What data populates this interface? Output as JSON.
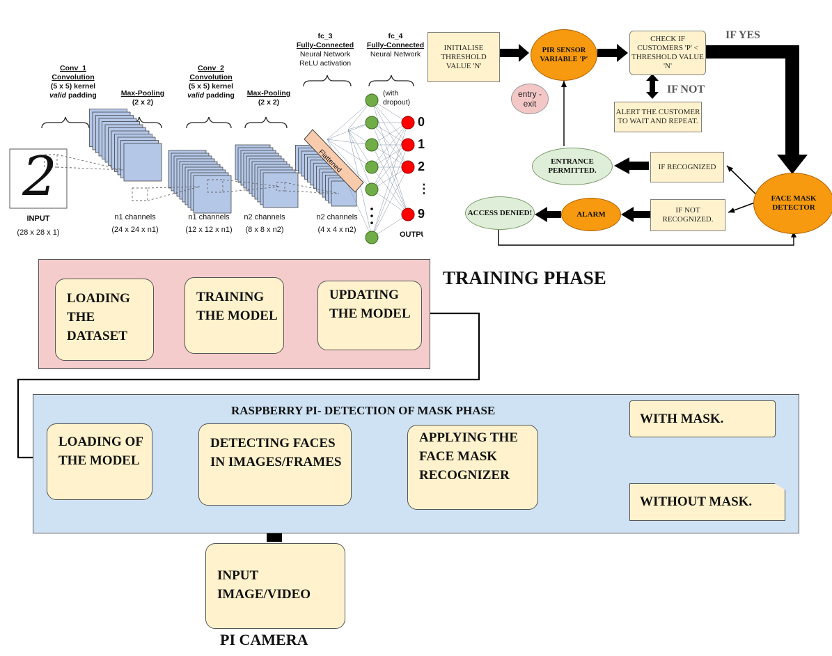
{
  "cnn": {
    "conv1": {
      "line1": "Conv_1",
      "line2": "Convolution",
      "line3": "(5 x 5) kernel",
      "line4_italic": "valid",
      "line4_rest": " padding"
    },
    "pool1": {
      "line1": "Max-Pooling",
      "line2": "(2 x 2)"
    },
    "conv2": {
      "line1": "Conv_2",
      "line2": "Convolution",
      "line3": "(5 x 5) kernel",
      "line4_italic": "valid",
      "line4_rest": " padding"
    },
    "pool2": {
      "line1": "Max-Pooling",
      "line2": "(2 x 2)"
    },
    "fc3": {
      "line1": "fc_3",
      "line2": "Fully-Connected",
      "line3": "Neural Network",
      "line4": "ReLU activation"
    },
    "fc4": {
      "line1": "fc_4",
      "line2": "Fully-Connected",
      "line3": "Neural Network"
    },
    "dropout": {
      "line1": "(with",
      "line2": "dropout)"
    },
    "flattened": "Flattened",
    "input_digit": "2",
    "input_label": "INPUT",
    "input_dims": "(28 x 28 x 1)",
    "ch1": {
      "name": "n1 channels",
      "dims": "(24 x 24 x n1)"
    },
    "ch2": {
      "name": "n1 channels",
      "dims": "(12 x 12 x n1)"
    },
    "ch3": {
      "name": "n2 channels",
      "dims": "(8 x 8 x n2)"
    },
    "ch4": {
      "name": "n2 channels",
      "dims": "(4 x 4 x n2)"
    },
    "outputs": [
      "0",
      "1",
      "2",
      "⋮",
      "9"
    ],
    "output_label": "OUTPUT"
  },
  "flow": {
    "init": "INITIALISE THRESHOLD VALUE 'N'",
    "pir": "PIR SENSOR VARIABLE 'P'",
    "check": "CHECK IF CUSTOMERS 'P' < THRESHOLD VALUE 'N'",
    "if_yes": "IF YES",
    "if_not": "IF NOT",
    "alert": "ALERT THE CUSTOMER TO WAIT AND REPEAT.",
    "entry_exit": "entry -exit",
    "entrance": "ENTRANCE PERMITTED.",
    "if_recognized": "IF RECOGNIZED",
    "face_mask_detector": "FACE MASK DETECTOR",
    "access_denied": "ACCESS DENIED!",
    "alarm": "ALARM",
    "if_not_recognized": "IF NOT RECOGNIZED."
  },
  "training": {
    "title": "TRAINING PHASE",
    "loading_dataset": "LOADING THE DATASET",
    "training_model": "TRAINING THE MODEL",
    "updating_model": "UPDATING THE MODEL"
  },
  "detection": {
    "title": "RASPBERRY PI- DETECTION OF MASK PHASE",
    "loading_model": "LOADING OF THE MODEL",
    "detecting_faces": "DETECTING FACES IN IMAGES/FRAMES",
    "applying": "APPLYING THE FACE MASK RECOGNIZER",
    "with_mask": "WITH MASK.",
    "without_mask": "WITHOUT MASK.",
    "input_image": "INPUT IMAGE/VIDEO",
    "pi_camera": "PI CAMERA"
  },
  "colors": {
    "training_bg": "#f4cccc",
    "detection_bg": "#cfe2f3",
    "box_fill": "#fff2cc",
    "orange": "#f79a0f",
    "green_node": "#70ad47",
    "red_node": "#ff0000",
    "feature_map": "#b4c7e7"
  }
}
